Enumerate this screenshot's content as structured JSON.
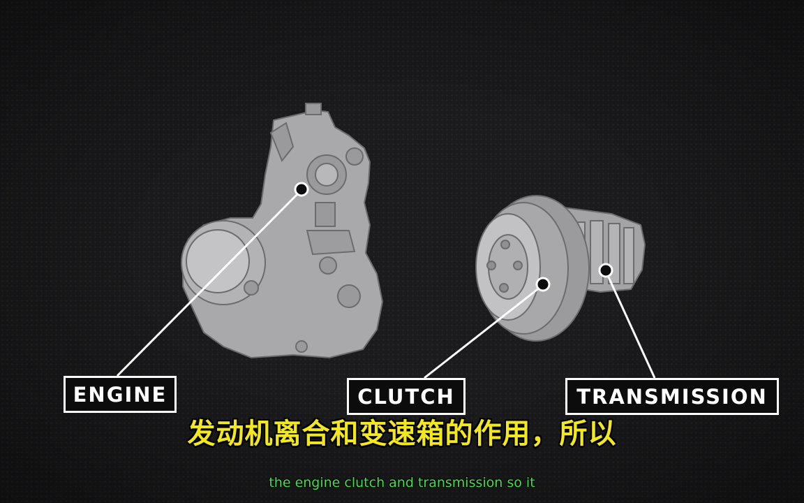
{
  "labels": {
    "engine": "ENGINE",
    "clutch": "CLUTCH",
    "transmission": "TRANSMISSION"
  },
  "subtitles": {
    "chinese": "发动机离合和变速箱的作用，所以",
    "english": "the engine clutch and transmission so it"
  },
  "colors": {
    "background": "#1b1b1d",
    "part_fill": "#a9a9ab",
    "line_color": "#ffffff",
    "subtitle_cn": "#f3e81f",
    "subtitle_en": "#3fe24a"
  }
}
